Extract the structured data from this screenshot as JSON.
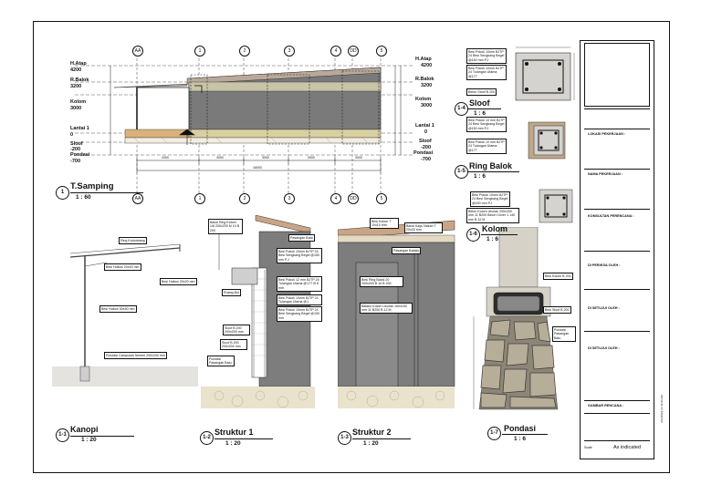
{
  "elevation": {
    "title": "T.Samping",
    "number": "1",
    "scale": "1 : 60",
    "levels": [
      {
        "name": "H.Atap",
        "value": "4200"
      },
      {
        "name": "R.Balok",
        "value": "3200"
      },
      {
        "name": "Kolom",
        "value": "3000"
      },
      {
        "name": "Lantai 1",
        "value": "0"
      },
      {
        "name": "Sloof",
        "value": "-200"
      },
      {
        "name": "Pondasi",
        "value": "-700"
      }
    ],
    "grid_labels": [
      "AA",
      "1",
      "2",
      "3",
      "4",
      "DD",
      "5"
    ],
    "dimensions": [
      "2000",
      "3000",
      "3000",
      "3000",
      "3000",
      "16000"
    ]
  },
  "details": [
    {
      "number": "1-1",
      "title": "Kanopi",
      "scale": "1 : 20"
    },
    {
      "number": "1-2",
      "title": "Struktur 1",
      "scale": "1 : 20"
    },
    {
      "number": "1-3",
      "title": "Struktur 2",
      "scale": "1 : 20"
    },
    {
      "number": "1-7",
      "title": "Pondasi",
      "scale": "1 : 6"
    },
    {
      "number": "1-4",
      "title": "Sloof",
      "scale": "1 : 6"
    },
    {
      "number": "1-5",
      "title": "Ring Balok",
      "scale": "1 : 6"
    },
    {
      "number": "1-6",
      "title": "Kolom",
      "scale": "1 : 6"
    }
  ],
  "kanopi_notes": [
    "Ring Kolombang",
    "Besi Hollow 20x40 mm",
    "Besi Hollow 20x20 mm",
    "Besi Hollow 50x50 mm",
    "Pondasi Campuran Semen 200x200 mm"
  ],
  "struktur1_notes": [
    "Balok Ring Kolom 1/8 200x200 M 10 B 200",
    "Pasangan Bata",
    "Besi Pokok 10mm BJTP 24 Besi Sengkang Begel @150 mm P.J",
    "Besi Pokok 12 mm BJTP 24 Tulangan Utama @177 Ø 8 mm",
    "Ruang Bor",
    "Besi Pokok 10mm BJTP 24 Tulangan Utama @1",
    "Besi Pokok 10mm BJTP 24 Besi Sengkang Begel @150 mm",
    "Sloof B 200 200x200 mm",
    "Sloof B 200 200x200 mm",
    "Pondasi Pasangan Batu"
  ],
  "struktur2_notes": [
    "Besi Kolom T 10x10 mm",
    "Balok Kayu Nakan T 20x20 mm",
    "Pasangan Batako",
    "Besi Ring Balok 20 200x200 B 10 B 200",
    "Batako Kolom Ukuran 150x150 mm 11 B200 B 12 M"
  ],
  "pondasi_notes": [
    "Besi Kolom B 200",
    "Besi Sloof B 200",
    "Pondasi Pasangan Batu"
  ],
  "section_notes": {
    "sloof": [
      "Besi Pokok 10mm BJTP 24 Besi Sengkang Begel @150 mm P.J",
      "Besi Pokok 10mm BJTP 24 Tulangan Utama @177",
      "Beton Sloof B 200"
    ],
    "ring": [
      "Besi Pokok 10 mm BJTP 24 Besi Sengkang Begel @150 mm P.J",
      "Besi Pokok 10 mm BJTP 24 Tulangan Utama @177"
    ],
    "kolom": [
      "Besi Pokok 10mm BJTP 24 Besi Sengkang Begel @150 mm P.J",
      "Beton Kolom Ukuran 200x200 mm 11 B200 Beton Cover 1 140 mm B 12 M"
    ]
  },
  "title_block": {
    "rows": [
      "LOKASI PEKERJAAN :",
      "NAMA PEKERJAAN :",
      "KONSULTAN PERENCANA :",
      "DI PERIKSA OLEH :",
      "DI SETUJUI OLEH :",
      "DI SETUJUI OLEH :",
      "GAMBAR RENCANA :"
    ],
    "scale_label": "Scale",
    "scale_value": "As indicated",
    "side_text": "4/12/2023 11:41:06 AM"
  }
}
